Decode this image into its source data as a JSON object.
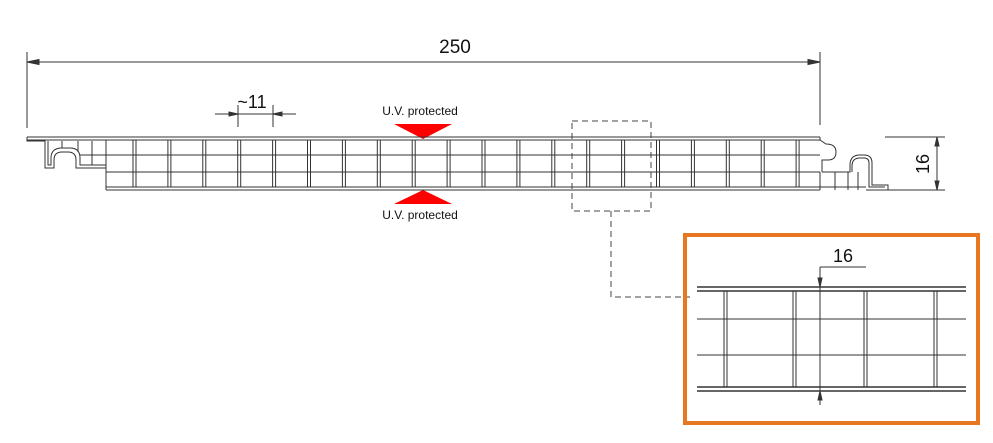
{
  "dimensions": {
    "total_width": "250",
    "cell_pitch": "~11",
    "thickness": "16",
    "detail_thickness": "16"
  },
  "uv": {
    "top_label": "U.V. protected",
    "bottom_label": "U.V. protected",
    "marker_color": "#ff0000"
  },
  "detail": {
    "frame_color": "#e87722"
  }
}
